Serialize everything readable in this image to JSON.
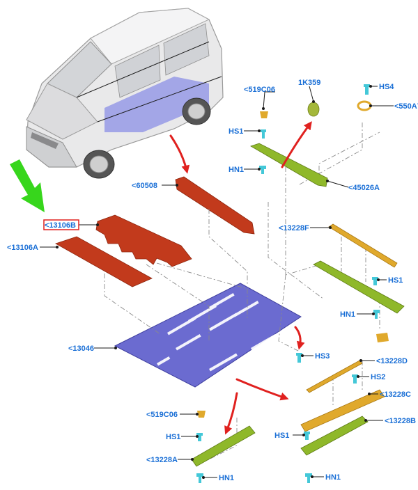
{
  "labels": {
    "l519c06_top": "<519C06",
    "l1k359": "1K359",
    "lhs4": "HS4",
    "l550a7": "<550A7",
    "lhs1_top": "HS1",
    "lhn1_top": "HN1",
    "l45026a": "<45026A",
    "l60508": "<60508",
    "l13106b": "<13106B",
    "l13106a": "<13106A",
    "l13228f": "<13228F",
    "lhs1_mid": "HS1",
    "lhn1_mid": "HN1",
    "l13046": "<13046",
    "lhs3": "HS3",
    "l13228d": "<13228D",
    "lhs2": "HS2",
    "l13228c": "<13228C",
    "l13228b": "<13228B",
    "l519c06_bot": "<519C06",
    "lhs1_botleft": "HS1",
    "lhs1_botright": "HS1",
    "l13228a": "<13228A",
    "lhn1_botleft": "HN1",
    "lhn1_botright": "HN1"
  },
  "colors": {
    "label_text": "#1a6fd6",
    "floor_panel": "#6b6bd0",
    "mat_red": "#c23a1c",
    "sill_green": "#8fb82a",
    "sill_yellow": "#e0a92c",
    "fastener_cyan": "#44c8d8",
    "red_arrow": "#e0211f",
    "green_arrow": "#37d61c",
    "highlight_box": "#e0211f"
  },
  "icons": {
    "vehicle": "van-illustration",
    "pointer": "green-arrow-icon",
    "fastener": "screw-icon",
    "nut": "nut-icon"
  }
}
